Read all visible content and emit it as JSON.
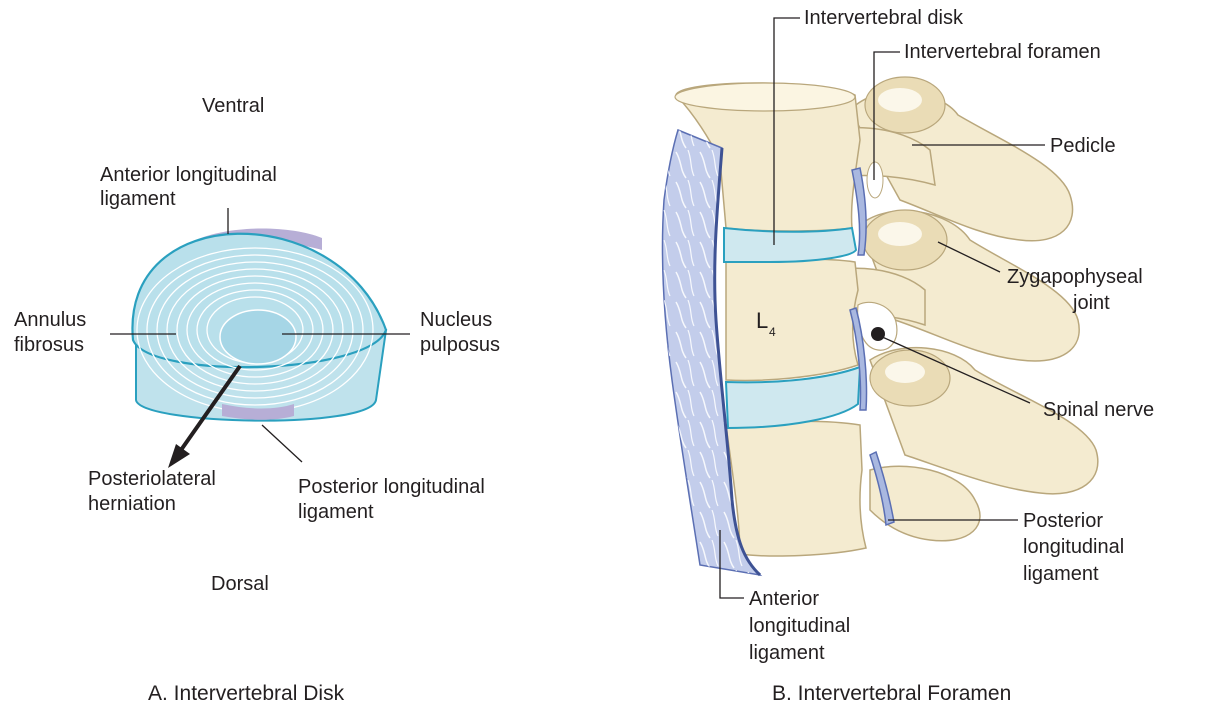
{
  "panel_a": {
    "caption": "A. Intervertebral Disk",
    "orientation": {
      "top": "Ventral",
      "bottom": "Dorsal"
    },
    "labels": {
      "anterior_longitudinal_ligament": [
        "Anterior longitudinal",
        "ligament"
      ],
      "annulus_fibrosus": [
        "Annulus",
        "fibrosus"
      ],
      "nucleus_pulposus": [
        "Nucleus",
        "pulposus"
      ],
      "posteriolateral_herniation": [
        "Posteriolateral",
        "herniation"
      ],
      "posterior_longitudinal_ligament": [
        "Posterior longitudinal",
        "ligament"
      ]
    }
  },
  "panel_b": {
    "caption": "B. Intervertebral Foramen",
    "vertebra_label": "L",
    "vertebra_subscript": "4",
    "labels": {
      "intervertebral_disk": "Intervertebral disk",
      "intervertebral_foramen": "Intervertebral foramen",
      "pedicle": "Pedicle",
      "zygapophyseal_joint": [
        "Zygapophyseal",
        "joint"
      ],
      "spinal_nerve": "Spinal nerve",
      "posterior_longitudinal_ligament": [
        "Posterior",
        "longitudinal",
        "ligament"
      ],
      "anterior_longitudinal_ligament": [
        "Anterior",
        "longitudinal",
        "ligament"
      ]
    }
  },
  "colors": {
    "bone": "#f4ebd0",
    "disk": "#cfe8ef",
    "disk_outline": "#2aa0bf",
    "ligament": "#b7aed6",
    "posterior_ligament": "#a9b8e0",
    "text": "#231f20"
  }
}
